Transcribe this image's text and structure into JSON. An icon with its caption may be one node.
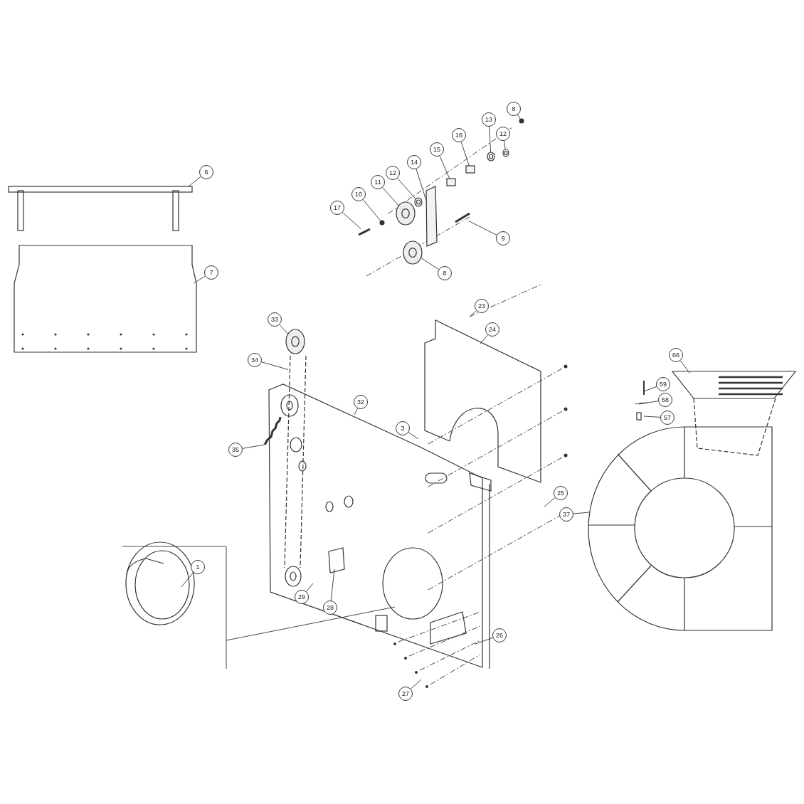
{
  "diagram": {
    "nodes": [
      {
        "text": [
          "8"
        ]
      },
      {
        "text": [
          "12"
        ]
      },
      {
        "text": [
          "13"
        ]
      },
      {
        "text": [
          "16"
        ]
      },
      {
        "text": [
          "15"
        ]
      },
      {
        "text": [
          "14"
        ]
      },
      {
        "text": [
          "12"
        ]
      },
      {
        "text": [
          "11"
        ]
      },
      {
        "text": [
          "10"
        ]
      },
      {
        "text": [
          "17"
        ]
      },
      {
        "text": [
          "9"
        ]
      },
      {
        "text": [
          "8"
        ]
      },
      {
        "text": [
          "6"
        ]
      },
      {
        "text": [
          "7"
        ]
      },
      {
        "text": [
          "23"
        ]
      },
      {
        "text": [
          "24"
        ]
      },
      {
        "text": [
          "33"
        ]
      },
      {
        "text": [
          "34"
        ]
      },
      {
        "text": [
          "32"
        ]
      },
      {
        "text": [
          "35"
        ]
      },
      {
        "text": [
          "3"
        ]
      },
      {
        "text": [
          "25"
        ]
      },
      {
        "text": [
          "66"
        ]
      },
      {
        "text": [
          "59"
        ]
      },
      {
        "text": [
          "58"
        ]
      },
      {
        "text": [
          "57"
        ]
      },
      {
        "text": [
          "37"
        ]
      },
      {
        "text": [
          "1"
        ]
      },
      {
        "text": [
          "29"
        ]
      },
      {
        "text": [
          "28"
        ]
      },
      {
        "text": [
          "26"
        ]
      },
      {
        "text": [
          "27"
        ]
      },
      {
        "text": [],
        "shape": "circle"
      },
      {
        "text": [],
        "shape": "circle"
      },
      {
        "text": [],
        "shape": "circle"
      },
      {
        "text": [],
        "shape": "box"
      },
      {
        "text": [],
        "shape": "box"
      },
      {
        "text": [],
        "shape": "bar"
      },
      {
        "text": [],
        "shape": "circle"
      },
      {
        "text": [],
        "shape": "picture"
      },
      {
        "text": [],
        "shape": "circle"
      },
      {
        "text": [],
        "shape": "bar"
      },
      {
        "text": [],
        "shape": "bar"
      },
      {
        "text": [],
        "shape": "picture"
      },
      {
        "text": [],
        "shape": "picture"
      },
      {
        "text": [],
        "shape": "bar"
      },
      {
        "text": [],
        "shape": "picture"
      }
    ],
    "edges": [
      {
        "from": 0,
        "to": 32,
        "arrow": "none"
      },
      {
        "from": 1,
        "to": 33,
        "arrow": "none"
      },
      {
        "from": 2,
        "to": 34,
        "arrow": "none"
      },
      {
        "from": 3,
        "to": 35,
        "arrow": "none"
      },
      {
        "from": 4,
        "to": 36,
        "arrow": "none"
      },
      {
        "from": 5,
        "to": 37,
        "arrow": "none"
      },
      {
        "from": 6,
        "to": 38,
        "arrow": "none"
      },
      {
        "from": 7,
        "to": 39,
        "arrow": "none"
      },
      {
        "from": 8,
        "to": 40,
        "arrow": "none"
      },
      {
        "from": 9,
        "to": 41,
        "arrow": "none"
      },
      {
        "from": 10,
        "to": 42,
        "arrow": "none"
      },
      {
        "from": 11,
        "to": 43,
        "arrow": "none"
      },
      {
        "from": 12,
        "to": null,
        "arrow": "none"
      },
      {
        "from": 13,
        "to": null,
        "arrow": "none"
      },
      {
        "from": 14,
        "to": null,
        "arrow": "none"
      },
      {
        "from": 15,
        "to": null,
        "arrow": "none"
      },
      {
        "from": 16,
        "to": 44,
        "arrow": "none"
      },
      {
        "from": 17,
        "to": 45,
        "arrow": "none"
      },
      {
        "from": 18,
        "to": null,
        "arrow": "none"
      },
      {
        "from": 19,
        "to": 46,
        "arrow": "none"
      },
      {
        "from": 20,
        "to": null,
        "arrow": "none"
      },
      {
        "from": 21,
        "to": null,
        "arrow": "none"
      },
      {
        "from": 22,
        "to": null,
        "arrow": "none"
      },
      {
        "from": 23,
        "to": null,
        "arrow": "none"
      },
      {
        "from": 24,
        "to": null,
        "arrow": "none"
      },
      {
        "from": 25,
        "to": null,
        "arrow": "none"
      },
      {
        "from": 26,
        "to": null,
        "arrow": "none"
      },
      {
        "from": 27,
        "to": null,
        "arrow": "none"
      },
      {
        "from": 28,
        "to": null,
        "arrow": "none"
      },
      {
        "from": 29,
        "to": null,
        "arrow": "none"
      },
      {
        "from": 30,
        "to": null,
        "arrow": "none"
      },
      {
        "from": 31,
        "to": null,
        "arrow": "none"
      }
    ]
  }
}
